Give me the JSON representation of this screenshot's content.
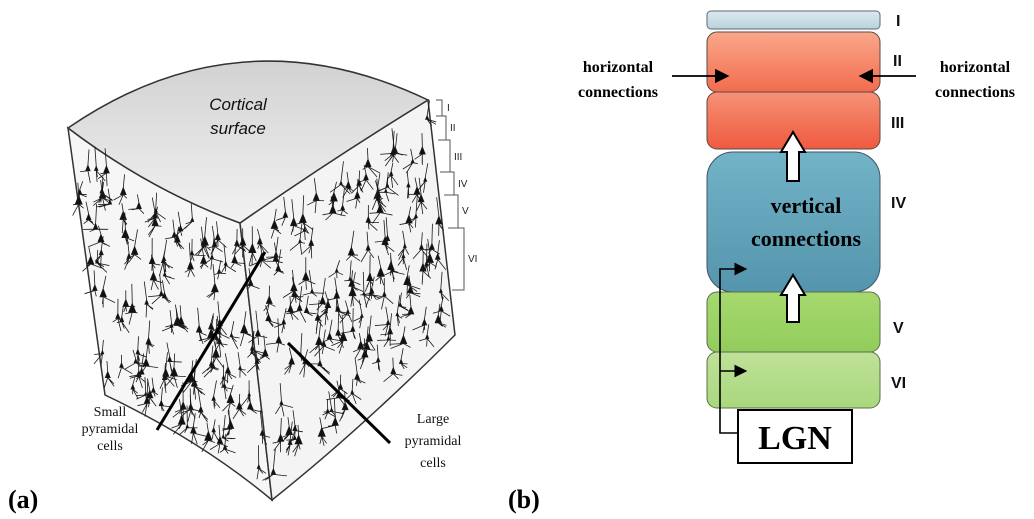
{
  "panel_a": {
    "label": "(a)",
    "surface_text": [
      "Cortical",
      "surface"
    ],
    "layer_labels": [
      "I",
      "II",
      "III",
      "IV",
      "V",
      "VI"
    ],
    "small_cells": [
      "Small",
      "pyramidal",
      "cells"
    ],
    "large_cells": [
      "Large",
      "pyramidal",
      "cells"
    ]
  },
  "panel_b": {
    "label": "(b)",
    "layer_labels": [
      "I",
      "II",
      "III",
      "IV",
      "V",
      "VI"
    ],
    "horizontal_left": [
      "horizontal",
      "connections"
    ],
    "horizontal_right": [
      "horizontal",
      "connections"
    ],
    "vertical": [
      "vertical",
      "connections"
    ],
    "lgn": "LGN",
    "colors": {
      "layer1": "#c9dde6",
      "layer2": "#f4876a",
      "layer3": "#f26b4f",
      "layer4": "#5fa3ba",
      "layer5": "#9fd468",
      "layer6": "#b4dc86"
    }
  }
}
